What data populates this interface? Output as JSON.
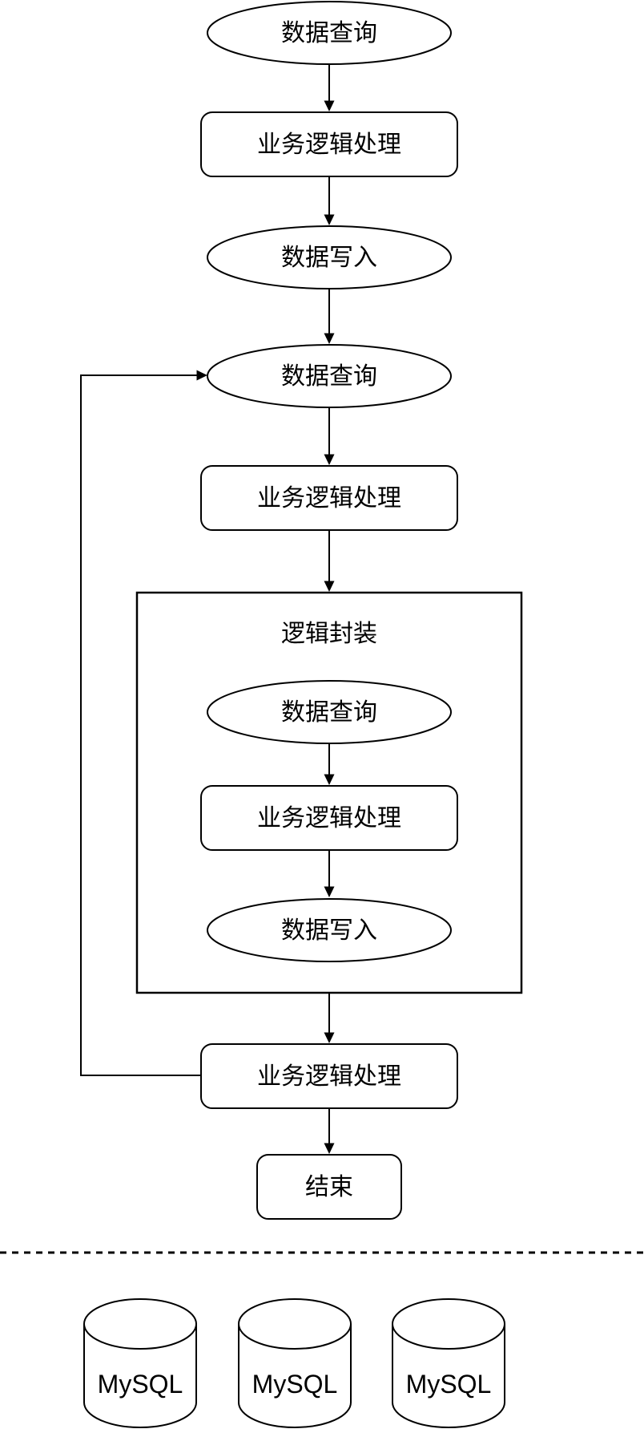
{
  "page": {
    "background_color": "#ffffff",
    "stroke_color": "#000000",
    "text_color": "#000000"
  },
  "flowchart": {
    "nodes": [
      {
        "id": "query-top",
        "shape": "ellipse",
        "label": "数据查询"
      },
      {
        "id": "process-top",
        "shape": "rounded-rect",
        "label": "业务逻辑处理"
      },
      {
        "id": "write-top",
        "shape": "ellipse",
        "label": "数据写入"
      },
      {
        "id": "query-loop",
        "shape": "ellipse",
        "label": "数据查询"
      },
      {
        "id": "process-mid",
        "shape": "rounded-rect",
        "label": "业务逻辑处理"
      },
      {
        "id": "logic-group",
        "shape": "container-rect",
        "label": "逻辑封装"
      },
      {
        "id": "group-query",
        "shape": "ellipse",
        "label": "数据查询"
      },
      {
        "id": "group-process",
        "shape": "rounded-rect",
        "label": "业务逻辑处理"
      },
      {
        "id": "group-write",
        "shape": "ellipse",
        "label": "数据写入"
      },
      {
        "id": "process-bottom",
        "shape": "rounded-rect",
        "label": "业务逻辑处理"
      },
      {
        "id": "end",
        "shape": "rounded-rect",
        "label": "结束"
      }
    ],
    "edges": [
      {
        "from": "query-top",
        "to": "process-top"
      },
      {
        "from": "process-top",
        "to": "write-top"
      },
      {
        "from": "write-top",
        "to": "query-loop"
      },
      {
        "from": "query-loop",
        "to": "process-mid"
      },
      {
        "from": "process-mid",
        "to": "logic-group"
      },
      {
        "from": "group-query",
        "to": "group-process"
      },
      {
        "from": "group-process",
        "to": "group-write"
      },
      {
        "from": "logic-group",
        "to": "process-bottom"
      },
      {
        "from": "process-bottom",
        "to": "query-loop",
        "type": "loop-back"
      },
      {
        "from": "process-bottom",
        "to": "end"
      }
    ]
  },
  "separator": {
    "style": "dashed-line"
  },
  "databases": [
    {
      "label": "MySQL"
    },
    {
      "label": "MySQL"
    },
    {
      "label": "MySQL"
    }
  ]
}
